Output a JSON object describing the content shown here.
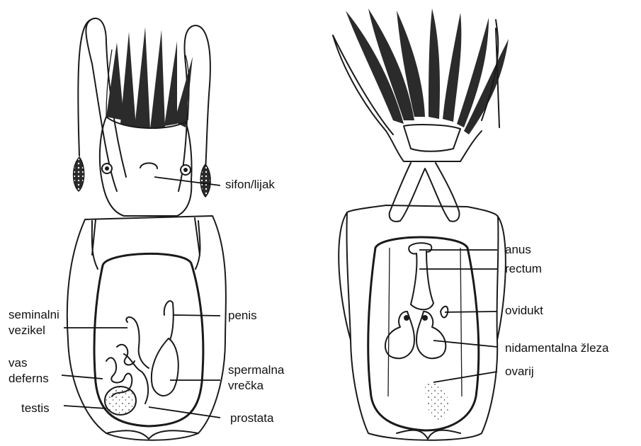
{
  "colors": {
    "ink": "#1a1a1a",
    "background": "#ffffff",
    "arm_fill": "#2b2b2b",
    "stipple": "#3a3a3a"
  },
  "male": {
    "labels": {
      "sifon": "sifon/lijak",
      "seminal_1": "seminalni",
      "seminal_2": "vezikel",
      "vas_1": "vas",
      "vas_2": "deferns",
      "testis": "testis",
      "penis": "penis",
      "sperm_1": "spermalna",
      "sperm_2": "vrečka",
      "prostata": "prostata"
    }
  },
  "female": {
    "labels": {
      "anus": "anus",
      "rectum": "rectum",
      "ovidukt": "ovidukt",
      "nidamentalna": "nidamentalna žleza",
      "ovarij": "ovarij"
    }
  }
}
